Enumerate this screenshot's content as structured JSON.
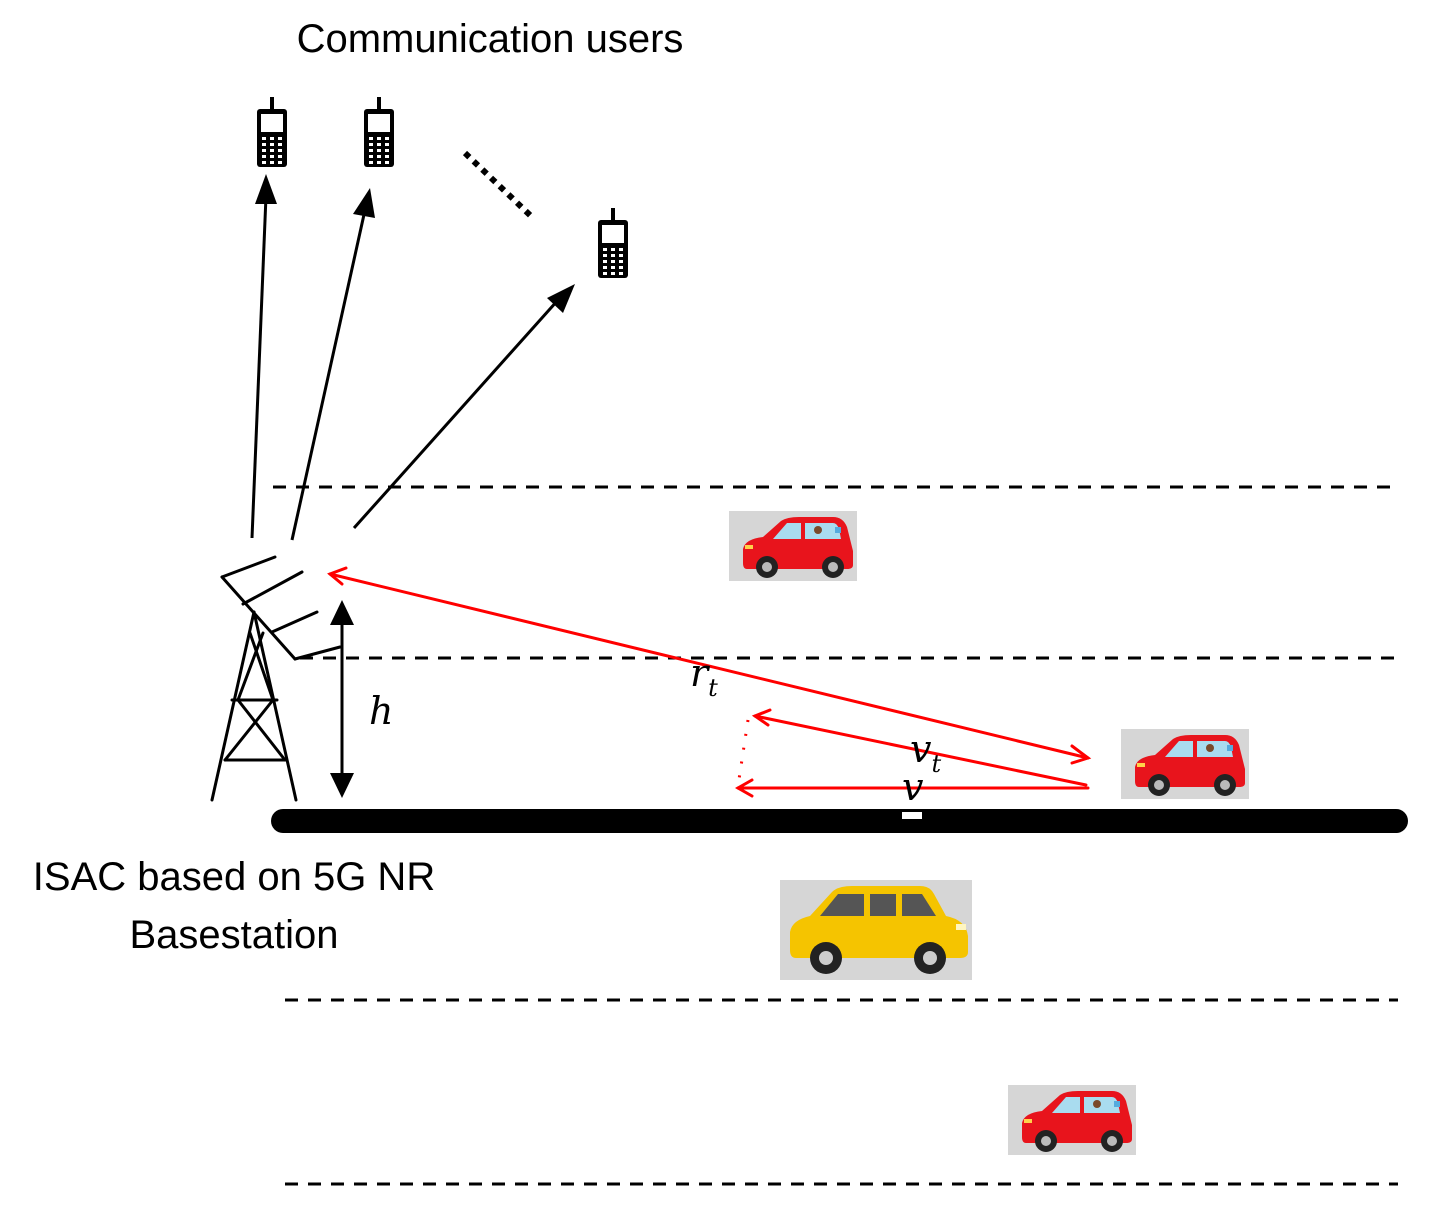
{
  "title": "Communication users",
  "basestation": {
    "line1": "ISAC based on 5G NR",
    "line2": "Basestation"
  },
  "symbols": {
    "height": "h",
    "range": "r",
    "range_sub": "t",
    "target_velocity": "v",
    "target_velocity_sub": "t",
    "velocity": "v"
  },
  "colors": {
    "signal": "#ff0000",
    "arrow": "#000000",
    "road": "#000000",
    "car_red": "#e8141c",
    "car_yellow": "#f5c400",
    "car_bg": "#d6d6d6"
  },
  "icons": [
    "phone-icon",
    "phone-icon",
    "phone-icon",
    "antenna-tower-icon",
    "car-icon"
  ]
}
